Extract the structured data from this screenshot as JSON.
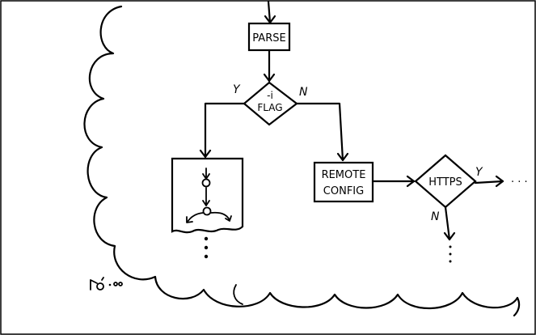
{
  "nodes": {
    "parse": "PARSE",
    "flag_line1": "-i",
    "flag_line2": "FLAG",
    "remote_line1": "REMOTE",
    "remote_line2": "CONFIG",
    "https": "HTTPS"
  },
  "edges": {
    "flag_yes": "Y",
    "flag_no": "N",
    "https_yes": "Y",
    "https_no": "N"
  },
  "continuation": {
    "right": "· · ·"
  }
}
